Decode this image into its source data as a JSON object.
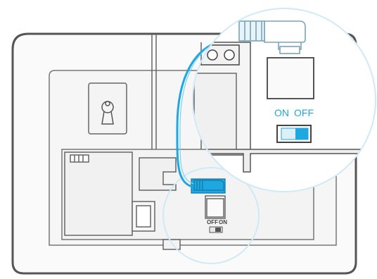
{
  "colors": {
    "cable": "#1ea7e0",
    "outline": "#555555",
    "outline_light": "#9a9a9a",
    "zoom_circle": "#cfe9f7",
    "panel_fill": "#ececec",
    "switch_fill": "#1ea7e0"
  },
  "zoom_view": {
    "switch_label_on": "ON",
    "switch_label_off": "OFF"
  },
  "device_view": {
    "switch_label_off": "OFF",
    "switch_label_on": "ON"
  },
  "icons": [
    "power-plug-icon",
    "keyhole-icon",
    "toggle-switch-icon"
  ]
}
